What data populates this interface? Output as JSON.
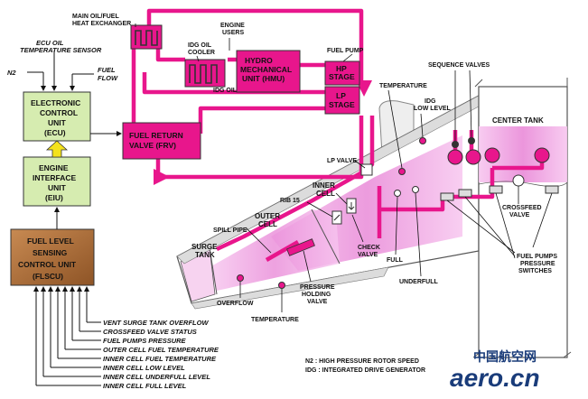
{
  "labels": {
    "main_oil_fuel_hx_1": "MAIN OIL/FUEL",
    "main_oil_fuel_hx_2": "HEAT EXCHANGER",
    "ecu_oil_temp_1": "ECU OIL",
    "ecu_oil_temp_2": "TEMPERATURE SENSOR",
    "n2": "N2",
    "fuel_flow_1": "FUEL",
    "fuel_flow_2": "FLOW",
    "idg_oil_cooler_1": "IDG OIL",
    "idg_oil_cooler_2": "COOLER",
    "idg_oil": "IDG OIL",
    "engine_users_1": "ENGINE",
    "engine_users_2": "USERS",
    "fuel_pump": "FUEL PUMP",
    "sequence_valves": "SEQUENCE VALVES",
    "temperature_top": "TEMPERATURE",
    "idg_low_level_1": "IDG",
    "idg_low_level_2": "LOW LEVEL",
    "lp_valve": "LP VALVE",
    "inner_cell_1": "INNER",
    "inner_cell_2": "CELL",
    "rib15": "RIB 15",
    "outer_cell_1": "OUTER",
    "outer_cell_2": "CELL",
    "spill_pipe": "SPILL PIPE",
    "surge_tank_1": "SURGE",
    "surge_tank_2": "TANK",
    "check_valve_1": "CHECK",
    "check_valve_2": "VALVE",
    "full": "FULL",
    "underfull": "UNDERFULL",
    "pressure_holding_1": "PRESSURE",
    "pressure_holding_2": "HOLDING",
    "pressure_holding_3": "VALVE",
    "overflow": "OVERFLOW",
    "temperature_bottom": "TEMPERATURE",
    "crossfeed_valve_1": "CROSSFEED",
    "crossfeed_valve_2": "VALVE",
    "fuel_pumps_switches_1": "FUEL PUMPS",
    "fuel_pumps_switches_2": "PRESSURE",
    "fuel_pumps_switches_3": "SWITCHES",
    "center_tank": "CENTER TANK"
  },
  "boxes": {
    "ecu": [
      "ELECTRONIC",
      "CONTROL",
      "UNIT",
      "(ECU)"
    ],
    "eiu": [
      "ENGINE",
      "INTERFACE",
      "UNIT",
      "(EIU)"
    ],
    "flscu": [
      "FUEL LEVEL",
      "SENSING",
      "CONTROL UNIT",
      "(FLSCU)"
    ],
    "frv": [
      "FUEL RETURN",
      "VALVE (FRV)"
    ],
    "hmu": [
      "HYDRO",
      "MECHANICAL",
      "UNIT (HMU)"
    ],
    "hp": [
      "HP",
      "STAGE"
    ],
    "lp": [
      "LP",
      "STAGE"
    ]
  },
  "flscu_inputs": [
    "VENT SURGE TANK OVERFLOW",
    "CROSSFEED VALVE STATUS",
    "FUEL PUMPS PRESSURE",
    "OUTER CELL FUEL TEMPERATURE",
    "INNER CELL FUEL TEMPERATURE",
    "INNER CELL LOW LEVEL",
    "INNER CELL UNDERFULL LEVEL",
    "INNER CELL FULL LEVEL"
  ],
  "legend": {
    "n2": "N2 : HIGH PRESSURE ROTOR SPEED",
    "idg": "IDG : INTEGRATED DRIVE GENERATOR"
  },
  "watermark": {
    "cn": "中国航空网",
    "logo": "aero.cn"
  },
  "colors": {
    "fuel_line": "#e8168c",
    "box_green": "#d6ecb0",
    "box_brown": "#b5733e",
    "fuel_fill": "#f2a6e6",
    "accent_blue": "#1a3c7a"
  }
}
